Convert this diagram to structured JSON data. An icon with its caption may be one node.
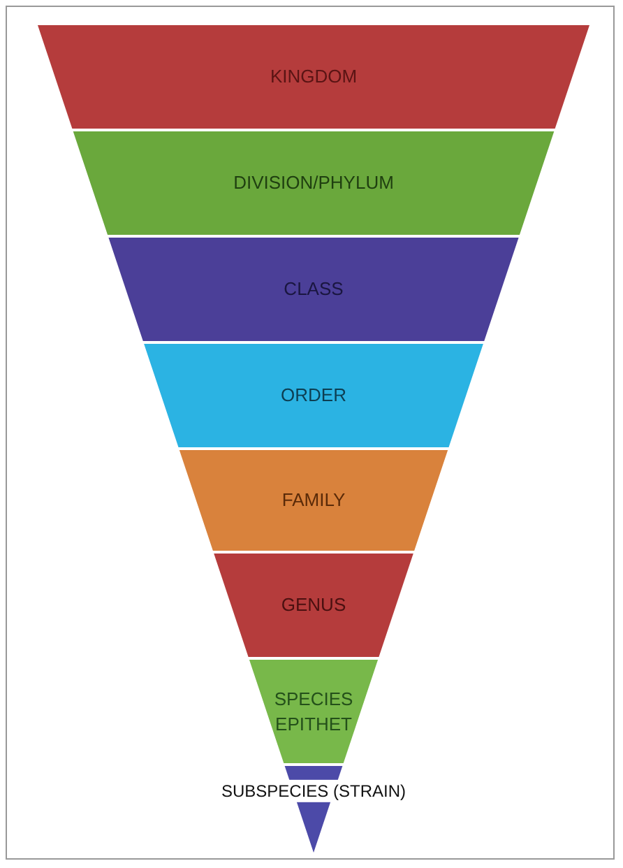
{
  "diagram": {
    "nodes": [
      {
        "text": [
          "KINGDOM"
        ]
      },
      {
        "text": [
          "DIVISION/PHYLUM"
        ]
      },
      {
        "text": [
          "CLASS"
        ]
      },
      {
        "text": [
          "ORDER"
        ]
      },
      {
        "text": [
          "FAMILY"
        ]
      },
      {
        "text": [
          "GENUS"
        ]
      },
      {
        "text": [
          "SPECIES EPITHET"
        ]
      },
      {
        "text": [
          "SUBSPECIES (STRAIN)"
        ]
      }
    ]
  }
}
